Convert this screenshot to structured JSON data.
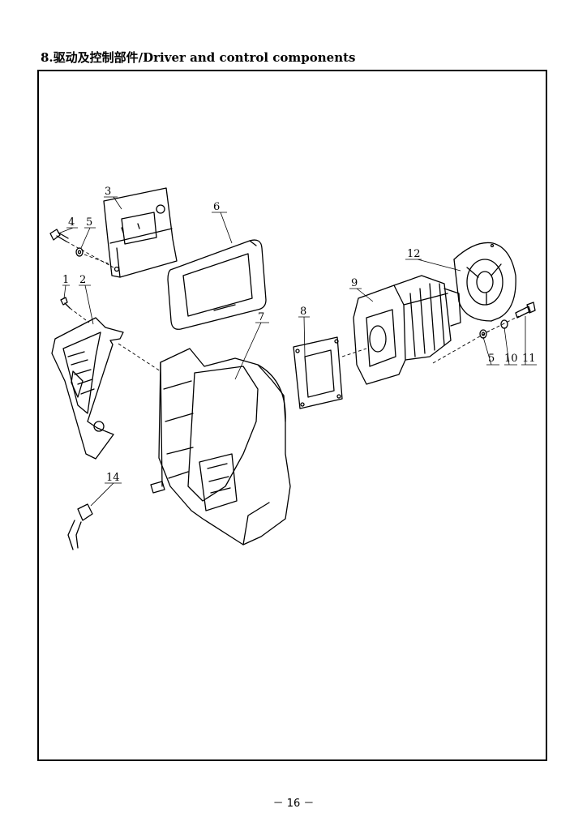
{
  "page": {
    "title": "8.驱动及控制部件/Driver  and control components",
    "page_number": "－ 16 －"
  },
  "callouts": [
    {
      "id": "c1",
      "label": "1"
    },
    {
      "id": "c2",
      "label": "2"
    },
    {
      "id": "c3",
      "label": "3"
    },
    {
      "id": "c4",
      "label": "4"
    },
    {
      "id": "c5a",
      "label": "5"
    },
    {
      "id": "c6",
      "label": "6"
    },
    {
      "id": "c7",
      "label": "7"
    },
    {
      "id": "c8",
      "label": "8"
    },
    {
      "id": "c9",
      "label": "9"
    },
    {
      "id": "c12",
      "label": "12"
    },
    {
      "id": "c5b",
      "label": "5"
    },
    {
      "id": "c10",
      "label": "10"
    },
    {
      "id": "c11",
      "label": "11"
    },
    {
      "id": "c14",
      "label": "14"
    }
  ]
}
